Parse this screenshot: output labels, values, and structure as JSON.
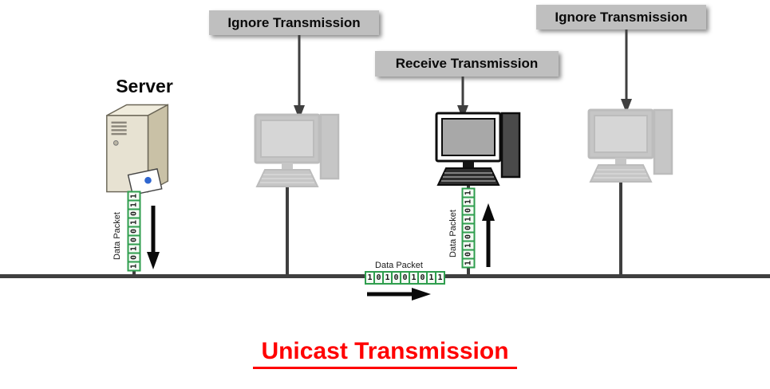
{
  "title": "Unicast Transmission",
  "server": {
    "label": "Server"
  },
  "callouts": {
    "ignore_left": "Ignore Transmission",
    "receive": "Receive Transmission",
    "ignore_right": "Ignore Transmission"
  },
  "packet": {
    "label": "Data Packet",
    "bits": "101001011"
  },
  "colors": {
    "title": "#ff0000",
    "packet_border": "#2f9e4e",
    "callout_bg": "#bfbfbf",
    "line": "#3f3f3f"
  }
}
